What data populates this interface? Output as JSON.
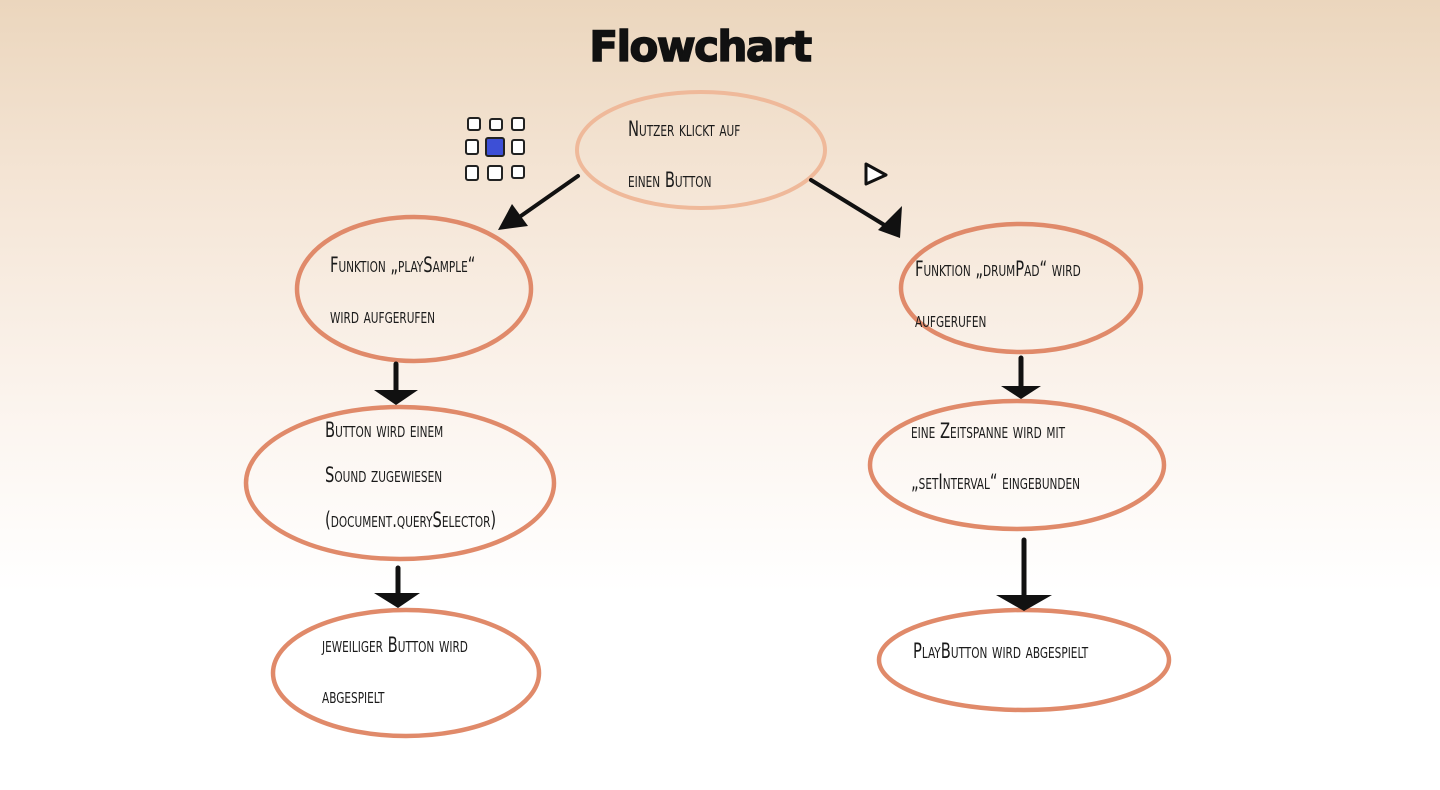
{
  "title": "Flowchart",
  "nodes": {
    "start": {
      "lines": [
        "Nutzer klickt auf",
        "einen Button"
      ]
    },
    "left1": {
      "lines": [
        "Funktion „playSample“",
        "wird aufgerufen"
      ]
    },
    "left2": {
      "lines": [
        "Button wird einem",
        "Sound zugewiesen",
        "(document.querySelector)"
      ]
    },
    "left3": {
      "lines": [
        "jeweiliger Button wird",
        "abgespielt"
      ]
    },
    "right1": {
      "lines": [
        "Funktion „drumPad“ wird",
        "aufgerufen"
      ]
    },
    "right2": {
      "lines": [
        "eine Zeitspanne wird mit",
        "„setInterval“ eingebunden"
      ]
    },
    "right3": {
      "lines": [
        "PlayButton wird abgespielt"
      ]
    }
  },
  "icons": {
    "grid": "drum-pad-grid-icon",
    "play": "play-icon"
  },
  "colors": {
    "ellipse_stroke": "#e08a6a",
    "ellipse_stroke_light": "#efb99a",
    "arrow": "#111111",
    "pad_highlight": "#3d4fd6"
  }
}
